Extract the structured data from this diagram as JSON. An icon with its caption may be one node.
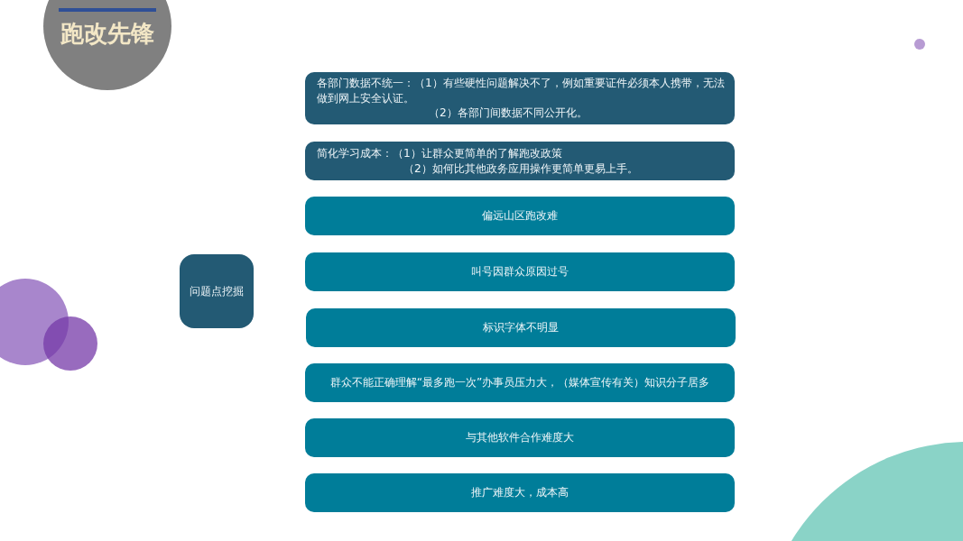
{
  "diagram": {
    "title": "跑改先锋",
    "nodes": [
      {
        "text": [
          "问题点挖掘"
        ]
      },
      {
        "text": [
          "各部门数据不统一：（1）有些硬性问题解决不了，例如重要证件必须本人携带，无法做到网上安全认证。",
          "（2）各部门间数据不同公开化。"
        ]
      },
      {
        "text": [
          "简化学习成本：（1）让群众更简单的了解跑改政策",
          "（2）如何比其他政务应用操作更简单更易上手。"
        ]
      },
      {
        "text": [
          "偏远山区跑改难"
        ]
      },
      {
        "text": [
          "叫号因群众原因过号"
        ]
      },
      {
        "text": [
          "标识字体不明显"
        ]
      },
      {
        "text": [
          "群众不能正确理解“最多跑一次”办事员压力大，（媒体宣传有关）知识分子居多"
        ]
      },
      {
        "text": [
          "与其他软件合作难度大"
        ]
      },
      {
        "text": [
          "推广难度大，成本高"
        ]
      }
    ]
  }
}
